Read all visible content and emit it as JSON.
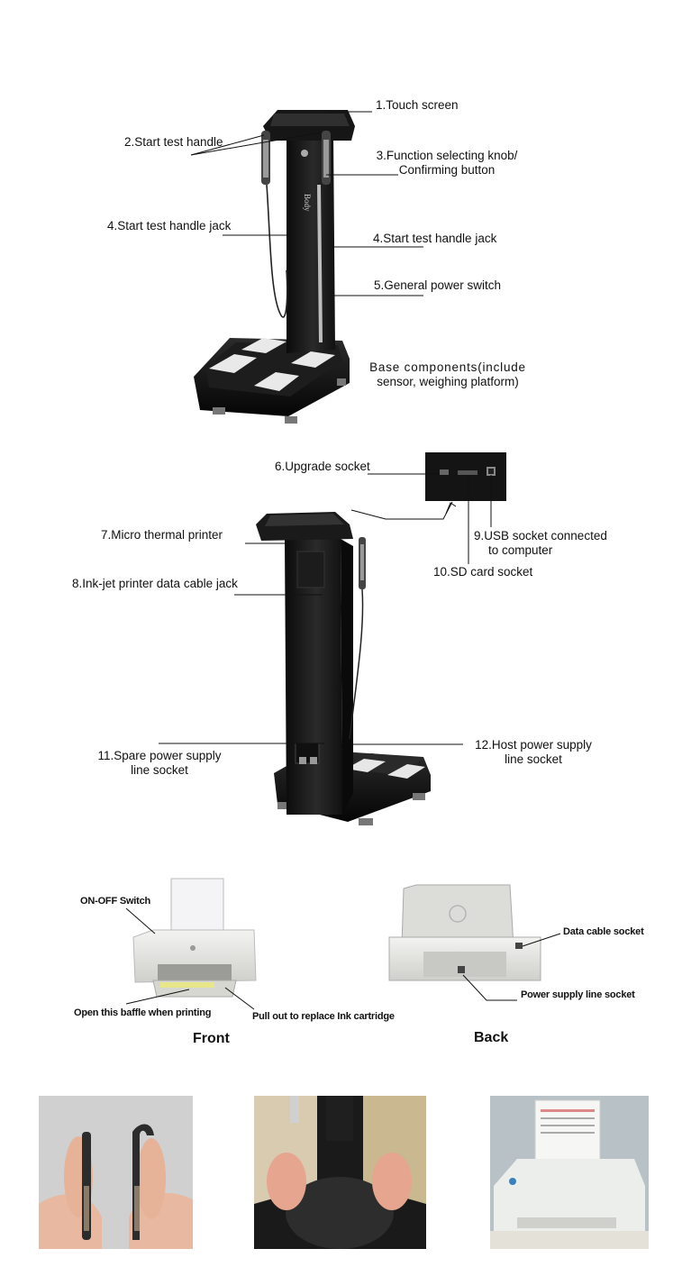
{
  "section1": {
    "labels": {
      "touch_screen": "1.Touch screen",
      "start_test_handle": "2.Start test handle",
      "function_knob_l1": "3.Function selecting knob/",
      "function_knob_l2": "Confirming button",
      "handle_jack_left": "4.Start test handle jack",
      "handle_jack_right": "4.Start test handle jack",
      "power_switch": "5.General power switch",
      "base_l1": "Base  components(include",
      "base_l2": "sensor, weighing platform)"
    }
  },
  "section2": {
    "labels": {
      "upgrade_socket": "6.Upgrade socket",
      "thermal_printer": "7.Micro thermal printer",
      "inkjet_jack": "8.Ink-jet printer data cable jack",
      "usb_l1": "9.USB socket connected",
      "usb_l2": "to computer",
      "sd_card": "10.SD card socket",
      "spare_power_l1": "11.Spare power supply",
      "spare_power_l2": "line socket",
      "host_power_l1": "12.Host power supply",
      "host_power_l2": "line socket"
    }
  },
  "section3": {
    "front": {
      "caption": "Front",
      "on_off": "ON-OFF Switch",
      "baffle": "Open this baffle when printing",
      "cartridge": "Pull out to replace Ink cartridge"
    },
    "back": {
      "caption": "Back",
      "data_cable": "Data cable socket",
      "power_supply": "Power supply line socket"
    }
  }
}
